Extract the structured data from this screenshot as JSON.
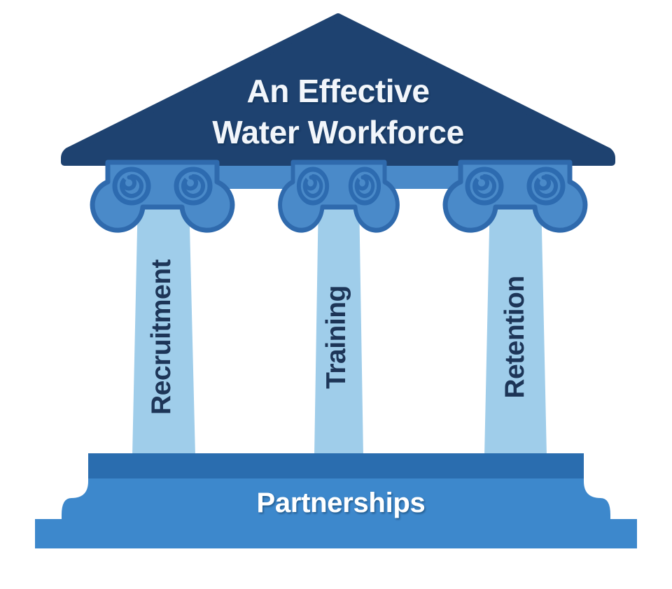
{
  "figure": {
    "kind": "temple-pillars-diagram",
    "title_lines": [
      "An Effective",
      "Water Workforce"
    ],
    "foundation_label": "Partnerships",
    "pillars": [
      {
        "label": "Recruitment"
      },
      {
        "label": "Training"
      },
      {
        "label": "Retention"
      }
    ],
    "colors": {
      "background": "#ffffff",
      "pediment": "#1e4270",
      "architrave": "#4a8ac9",
      "capital_fill": "#4a8ac9",
      "capital_outline": "#2f6aad",
      "capital_spiral": "#2d6bb0",
      "shaft": "#9fcdea",
      "stylobate": "#2a6daf",
      "plinth": "#3d88cc",
      "title_text": "#f2f6fb",
      "pillar_text": "#1d3557",
      "foundation_text": "#ffffff"
    }
  }
}
